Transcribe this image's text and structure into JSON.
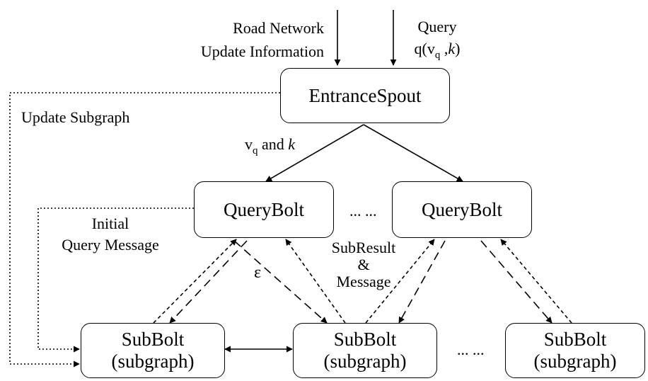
{
  "inputs": {
    "road_network": [
      "Road Network",
      "Update Information"
    ],
    "query": {
      "line1": "Query",
      "prefix": "q(v",
      "sub": "q",
      "mid": " ,",
      "k": "k",
      "suffix": ")"
    }
  },
  "nodes": {
    "entrance_spout": "EntranceSpout",
    "query_bolt": "QueryBolt",
    "sub_bolt": [
      "SubBolt",
      "(subgraph)"
    ]
  },
  "edge_labels": {
    "update_subgraph": "Update Subgraph",
    "vq_and_k": {
      "v": "v",
      "sub": "q",
      "and": " and ",
      "k": "k"
    },
    "initial_query_message": [
      "Initial",
      "Query Message"
    ],
    "epsilon": "ε",
    "subresult_message": [
      "SubResult",
      "&",
      "Message"
    ],
    "ellipsis": "... ..."
  }
}
